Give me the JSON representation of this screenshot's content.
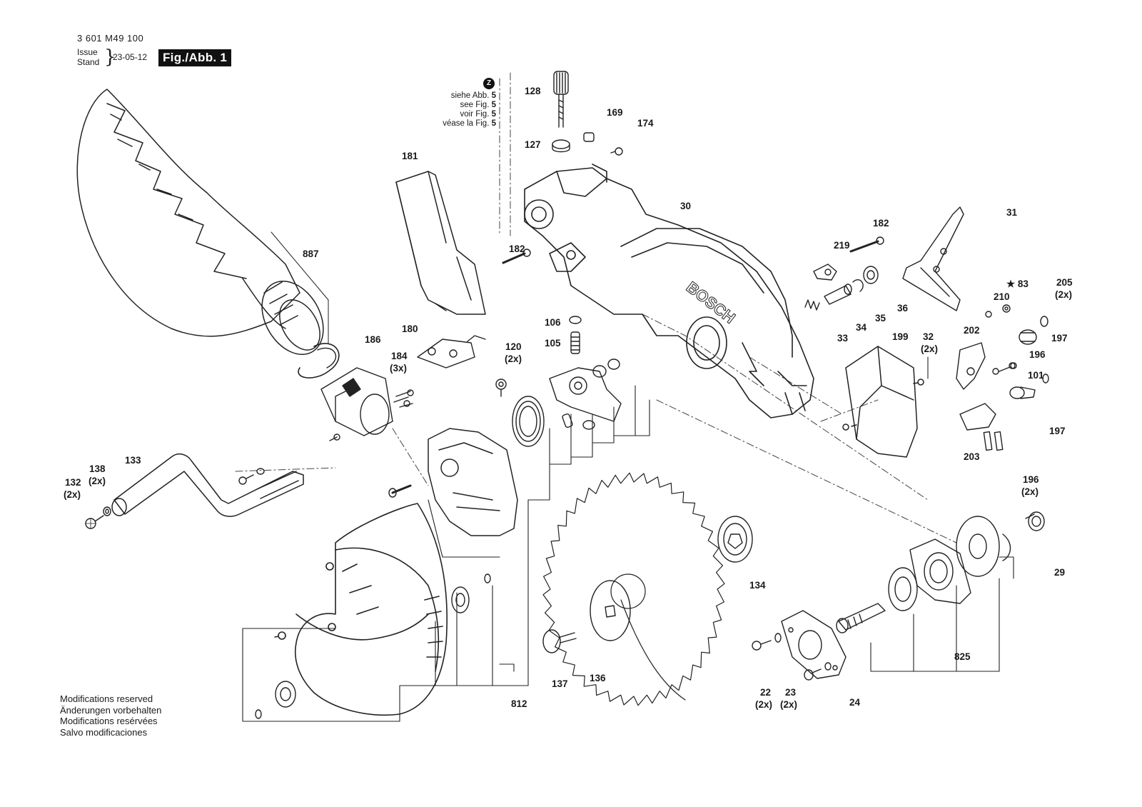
{
  "header": {
    "document_number": "3 601 M49 100",
    "issue_label": "Issue",
    "stand_label": "Stand",
    "issue_date": "23-05-12",
    "figure_badge": "Fig./Abb. 1"
  },
  "reference_note": {
    "badge": "Z",
    "lines": [
      {
        "text": "siehe Abb. ",
        "num": "5"
      },
      {
        "text": "see Fig. ",
        "num": "5"
      },
      {
        "text": "voir Fig. ",
        "num": "5"
      },
      {
        "text": "véase la Fig. ",
        "num": "5"
      }
    ]
  },
  "footer_notes": [
    "Modifications reserved",
    "Änderungen vorbehalten",
    "Modifications resérvées",
    "Salvo modificaciones"
  ],
  "brand_mark": "BOSCH",
  "part_labels": [
    {
      "id": "p128",
      "text": "128"
    },
    {
      "id": "p127",
      "text": "127"
    },
    {
      "id": "p169",
      "text": "169"
    },
    {
      "id": "p174",
      "text": "174"
    },
    {
      "id": "p181",
      "text": "181"
    },
    {
      "id": "p887",
      "text": "887"
    },
    {
      "id": "p30",
      "text": "30"
    },
    {
      "id": "p182a",
      "text": "182"
    },
    {
      "id": "p182b",
      "text": "182"
    },
    {
      "id": "p219",
      "text": "219"
    },
    {
      "id": "p31",
      "text": "31"
    },
    {
      "id": "p83",
      "text": "★ 83"
    },
    {
      "id": "p205",
      "text": "205"
    },
    {
      "id": "p205q",
      "text": "(2x)"
    },
    {
      "id": "p210",
      "text": "210"
    },
    {
      "id": "p106",
      "text": "106"
    },
    {
      "id": "p105",
      "text": "105"
    },
    {
      "id": "p180",
      "text": "180"
    },
    {
      "id": "p186",
      "text": "186"
    },
    {
      "id": "p184",
      "text": "184"
    },
    {
      "id": "p184q",
      "text": "(3x)"
    },
    {
      "id": "p120",
      "text": "120"
    },
    {
      "id": "p120q",
      "text": "(2x)"
    },
    {
      "id": "p33",
      "text": "33"
    },
    {
      "id": "p34",
      "text": "34"
    },
    {
      "id": "p35",
      "text": "35"
    },
    {
      "id": "p36",
      "text": "36"
    },
    {
      "id": "p199",
      "text": "199"
    },
    {
      "id": "p32",
      "text": "32"
    },
    {
      "id": "p32q",
      "text": "(2x)"
    },
    {
      "id": "p202",
      "text": "202"
    },
    {
      "id": "p197a",
      "text": "197"
    },
    {
      "id": "p196a",
      "text": "196"
    },
    {
      "id": "p101",
      "text": "101"
    },
    {
      "id": "p197b",
      "text": "197"
    },
    {
      "id": "p203",
      "text": "203"
    },
    {
      "id": "p196b",
      "text": "196"
    },
    {
      "id": "p196bq",
      "text": "(2x)"
    },
    {
      "id": "p133",
      "text": "133"
    },
    {
      "id": "p138",
      "text": "138"
    },
    {
      "id": "p138q",
      "text": "(2x)"
    },
    {
      "id": "p132",
      "text": "132"
    },
    {
      "id": "p132q",
      "text": "(2x)"
    },
    {
      "id": "p134",
      "text": "134"
    },
    {
      "id": "p29",
      "text": "29"
    },
    {
      "id": "p825",
      "text": "825"
    },
    {
      "id": "p137",
      "text": "137"
    },
    {
      "id": "p136",
      "text": "136"
    },
    {
      "id": "p22",
      "text": "22"
    },
    {
      "id": "p22q",
      "text": "(2x)"
    },
    {
      "id": "p23",
      "text": "23"
    },
    {
      "id": "p23q",
      "text": "(2x)"
    },
    {
      "id": "p24",
      "text": "24"
    },
    {
      "id": "p812",
      "text": "812"
    }
  ]
}
